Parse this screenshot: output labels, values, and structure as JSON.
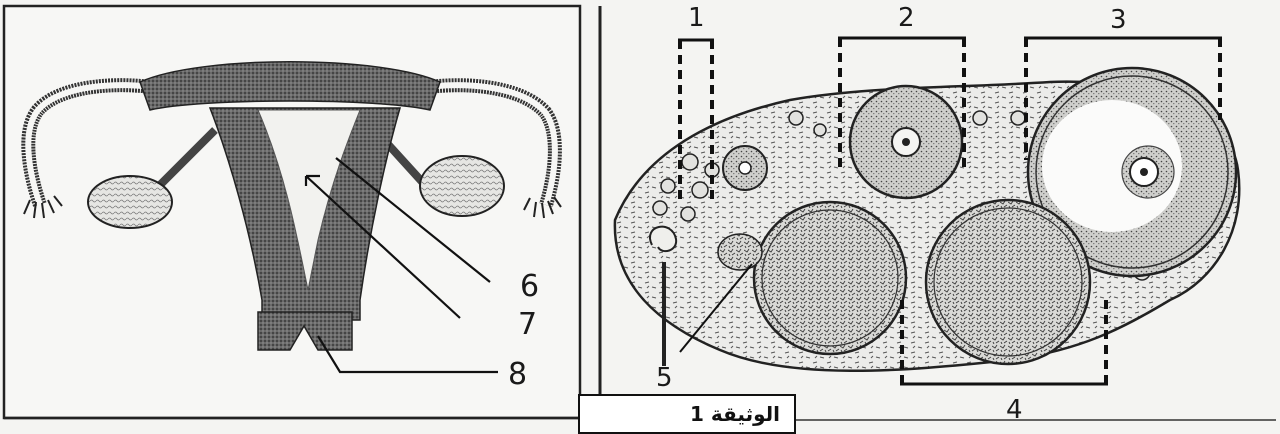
{
  "labels": {
    "l1": "1",
    "l2": "2",
    "l3": "3",
    "l4": "4",
    "l5": "5",
    "l6": "6",
    "l7": "7",
    "l8": "8"
  },
  "caption": "الوثيقة 1"
}
